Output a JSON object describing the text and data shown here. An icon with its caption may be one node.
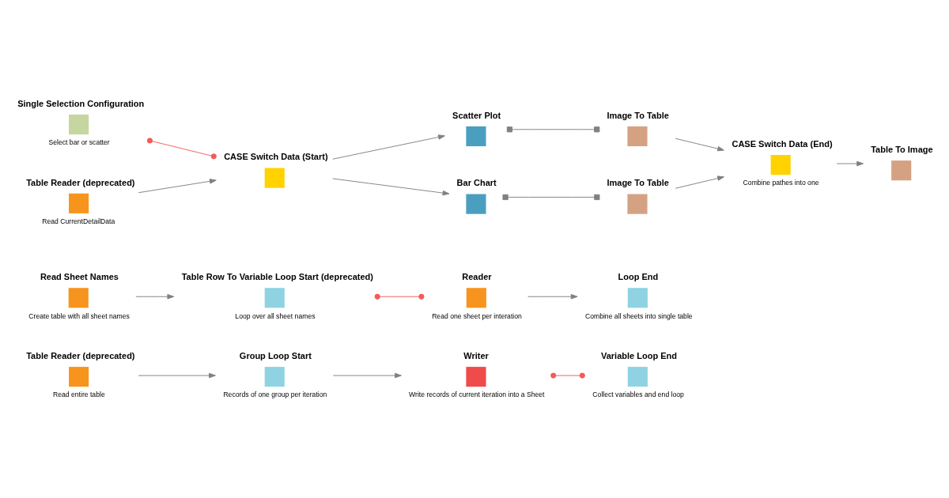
{
  "diagram": {
    "nodes": [
      {
        "text": [
          "Table Reader (deprecated)"
        ],
        "beside": [
          "Read entire table"
        ]
      },
      {
        "text": [
          "Group Loop Start"
        ],
        "beside": [
          "Records of one group per iteration"
        ]
      },
      {
        "text": [
          "Writer"
        ],
        "beside": [
          "Write records of current iteration into a Sheet"
        ]
      },
      {
        "text": [
          "Variable Loop End"
        ],
        "beside": [
          "Collect variables and end loop"
        ]
      },
      {
        "text": [
          "Read Sheet Names"
        ],
        "beside": [
          "Create table with all sheet names"
        ]
      },
      {
        "text": [
          "Table Row To Variable Loop Start (deprecated)"
        ],
        "beside": [
          "Loop over all sheet names"
        ]
      },
      {
        "text": [
          "Reader"
        ],
        "beside": [
          "Read one sheet per interation"
        ]
      },
      {
        "text": [
          "Loop End"
        ],
        "beside": [
          "Combine all sheets into single table"
        ]
      },
      {
        "text": [
          "Single Selection Configuration"
        ],
        "beside": [
          "Select bar or scatter"
        ]
      },
      {
        "text": [
          "CASE Switch Data (Start)"
        ]
      },
      {
        "text": [
          "Scatter Plot"
        ]
      },
      {
        "text": [
          "Image To Table"
        ]
      },
      {
        "text": [
          "CASE Switch Data (End)"
        ],
        "beside": [
          "Combine pathes into one"
        ]
      },
      {
        "text": [
          "Table To Image"
        ]
      },
      {
        "text": [
          "Table Reader (deprecated)"
        ],
        "beside": [
          "Read CurrentDetailData"
        ]
      },
      {
        "text": [
          "Bar Chart"
        ]
      },
      {
        "text": [
          "Image To Table"
        ]
      }
    ],
    "edges": [
      {
        "from": 0,
        "to": 1,
        "arrow": "to"
      },
      {
        "from": 1,
        "to": 2,
        "arrow": "to"
      },
      {
        "from": 2,
        "to": 3,
        "arrow": "other",
        "color": "#f25b5b"
      },
      {
        "from": 4,
        "to": 5,
        "arrow": "to"
      },
      {
        "from": 5,
        "to": 6,
        "arrow": "other",
        "color": "#f25b5b"
      },
      {
        "from": 6,
        "to": 7,
        "arrow": "to"
      },
      {
        "from": 8,
        "to": 9,
        "arrow": "other",
        "color": "#f25b5b"
      },
      {
        "from": 14,
        "to": 9,
        "arrow": "to"
      },
      {
        "from": 9,
        "to": 10,
        "arrow": "to"
      },
      {
        "from": 9,
        "to": 15,
        "arrow": "to"
      },
      {
        "from": 10,
        "to": 11,
        "arrow": "other"
      },
      {
        "from": 15,
        "to": 16,
        "arrow": "other"
      },
      {
        "from": 11,
        "to": 12,
        "arrow": "to"
      },
      {
        "from": 16,
        "to": 12,
        "arrow": "to"
      },
      {
        "from": 12,
        "to": 13,
        "arrow": "to"
      }
    ]
  }
}
